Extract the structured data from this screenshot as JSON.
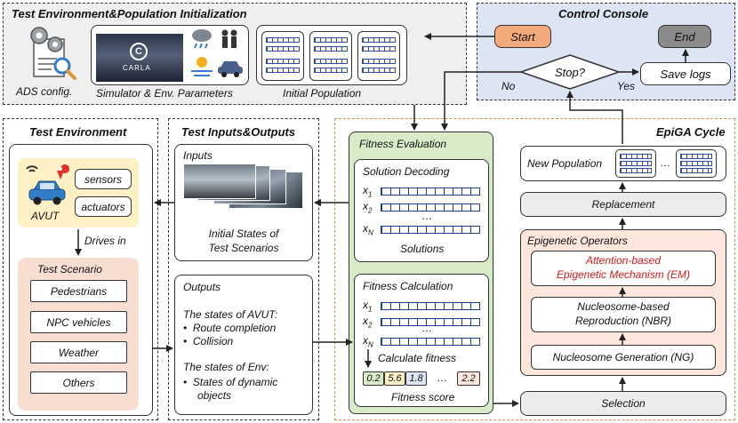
{
  "init": {
    "title": "Test Environment&Population Initialization",
    "ads_label": "ADS config.",
    "simulator_label": "Simulator & Env. Parameters",
    "carla_text": "CARLA",
    "population_label": "Initial Population"
  },
  "console": {
    "title": "Control Console",
    "start": "Start",
    "end": "End",
    "stop": "Stop?",
    "no": "No",
    "yes": "Yes",
    "save_logs": "Save logs"
  },
  "test_env": {
    "title": "Test Environment",
    "sensors": "sensors",
    "actuators": "actuators",
    "avut": "AVUT",
    "drives_in": "Drives in",
    "scenario_title": "Test Scenario",
    "scenario_items": [
      "Pedestrians",
      "NPC vehicles",
      "Weather",
      "Others"
    ]
  },
  "io": {
    "title": "Test Inputs&Outputs",
    "inputs_title": "Inputs",
    "inputs_caption_1": "Initial States of",
    "inputs_caption_2": "Test Scenarios",
    "outputs_title": "Outputs",
    "avut_states": "The states of AVUT:",
    "avut_items": [
      "Route completion",
      "Collision"
    ],
    "env_states": "The states of Env:",
    "env_items": [
      "States of dynamic",
      "objects"
    ]
  },
  "fitness": {
    "title": "Fitness Evaluation",
    "decoding_title": "Solution Decoding",
    "var_x": "x",
    "subscripts": [
      "1",
      "2",
      "N"
    ],
    "ellipsis": "…",
    "solutions_label": "Solutions",
    "calc_title": "Fitness Calculation",
    "calc_label": "Calculate fitness",
    "scores": [
      "0.2",
      "5.6",
      "1.8",
      "…",
      "2.2"
    ],
    "score_label": "Fitness score"
  },
  "epiga": {
    "title": "EpiGA Cycle",
    "new_population": "New Population",
    "pop_ellipsis": "…",
    "replacement": "Replacement",
    "operators_title": "Epigenetic Operators",
    "em_line1": "Attention-based",
    "em_line2": "Epigenetic Mechanism (EM)",
    "nbr_line1": "Nucleosome-based",
    "nbr_line2": "Reproduction (NBR)",
    "ng": "Nucleosome Generation (NG)",
    "selection": "Selection"
  },
  "colors": {
    "init_bg": "#efefef",
    "console_bg": "#dde4f3",
    "start_fill": "#f4a97a",
    "end_fill": "#8a8a8a",
    "fitness_bg": "#d8ebc9",
    "scenario_bg": "#f8ddd2",
    "avut_bg": "#fdf0c4",
    "operators_bg": "#fde7dd",
    "epiga_border": "#e08a50",
    "em_text": "#e0181a",
    "grey_box": "#ececec"
  }
}
